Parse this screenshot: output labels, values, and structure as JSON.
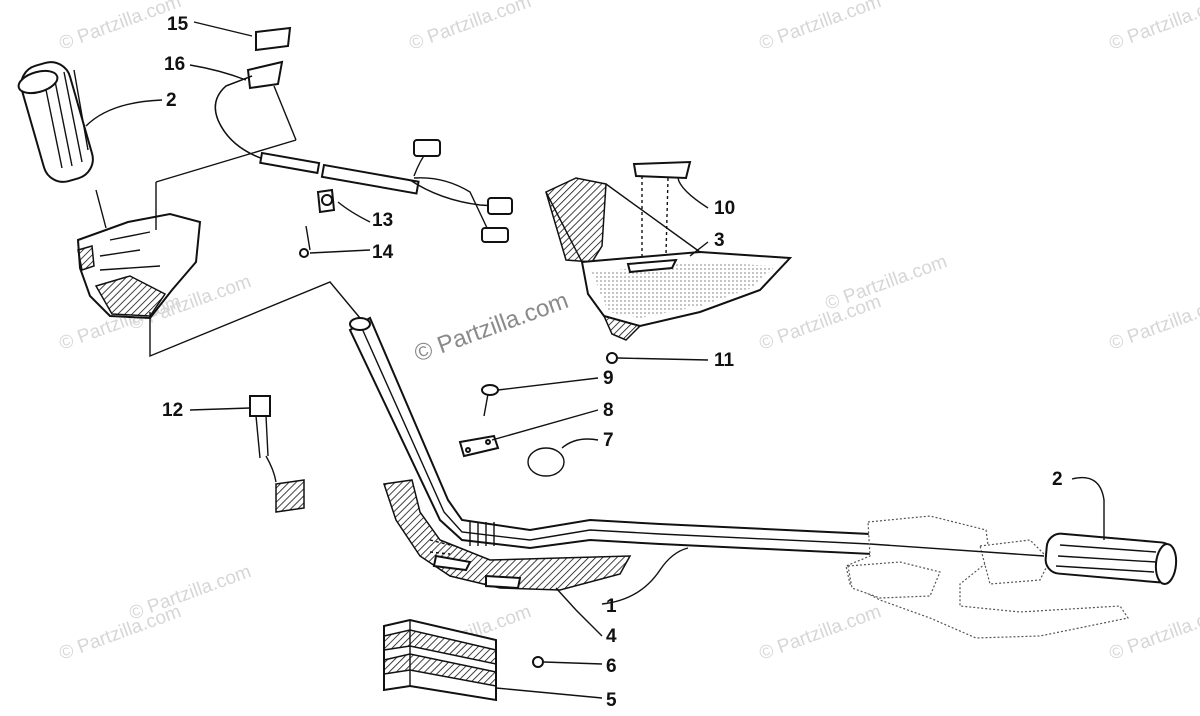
{
  "watermark": {
    "main": "© Partzilla.com",
    "faint": "© Partzilla.com"
  },
  "callouts": {
    "c1": "1",
    "c2_left": "2",
    "c2_right": "2",
    "c3": "3",
    "c4": "4",
    "c5": "5",
    "c6": "6",
    "c7": "7",
    "c8": "8",
    "c9": "9",
    "c10": "10",
    "c11": "11",
    "c12": "12",
    "c13": "13",
    "c14": "14",
    "c15": "15",
    "c16": "16"
  }
}
